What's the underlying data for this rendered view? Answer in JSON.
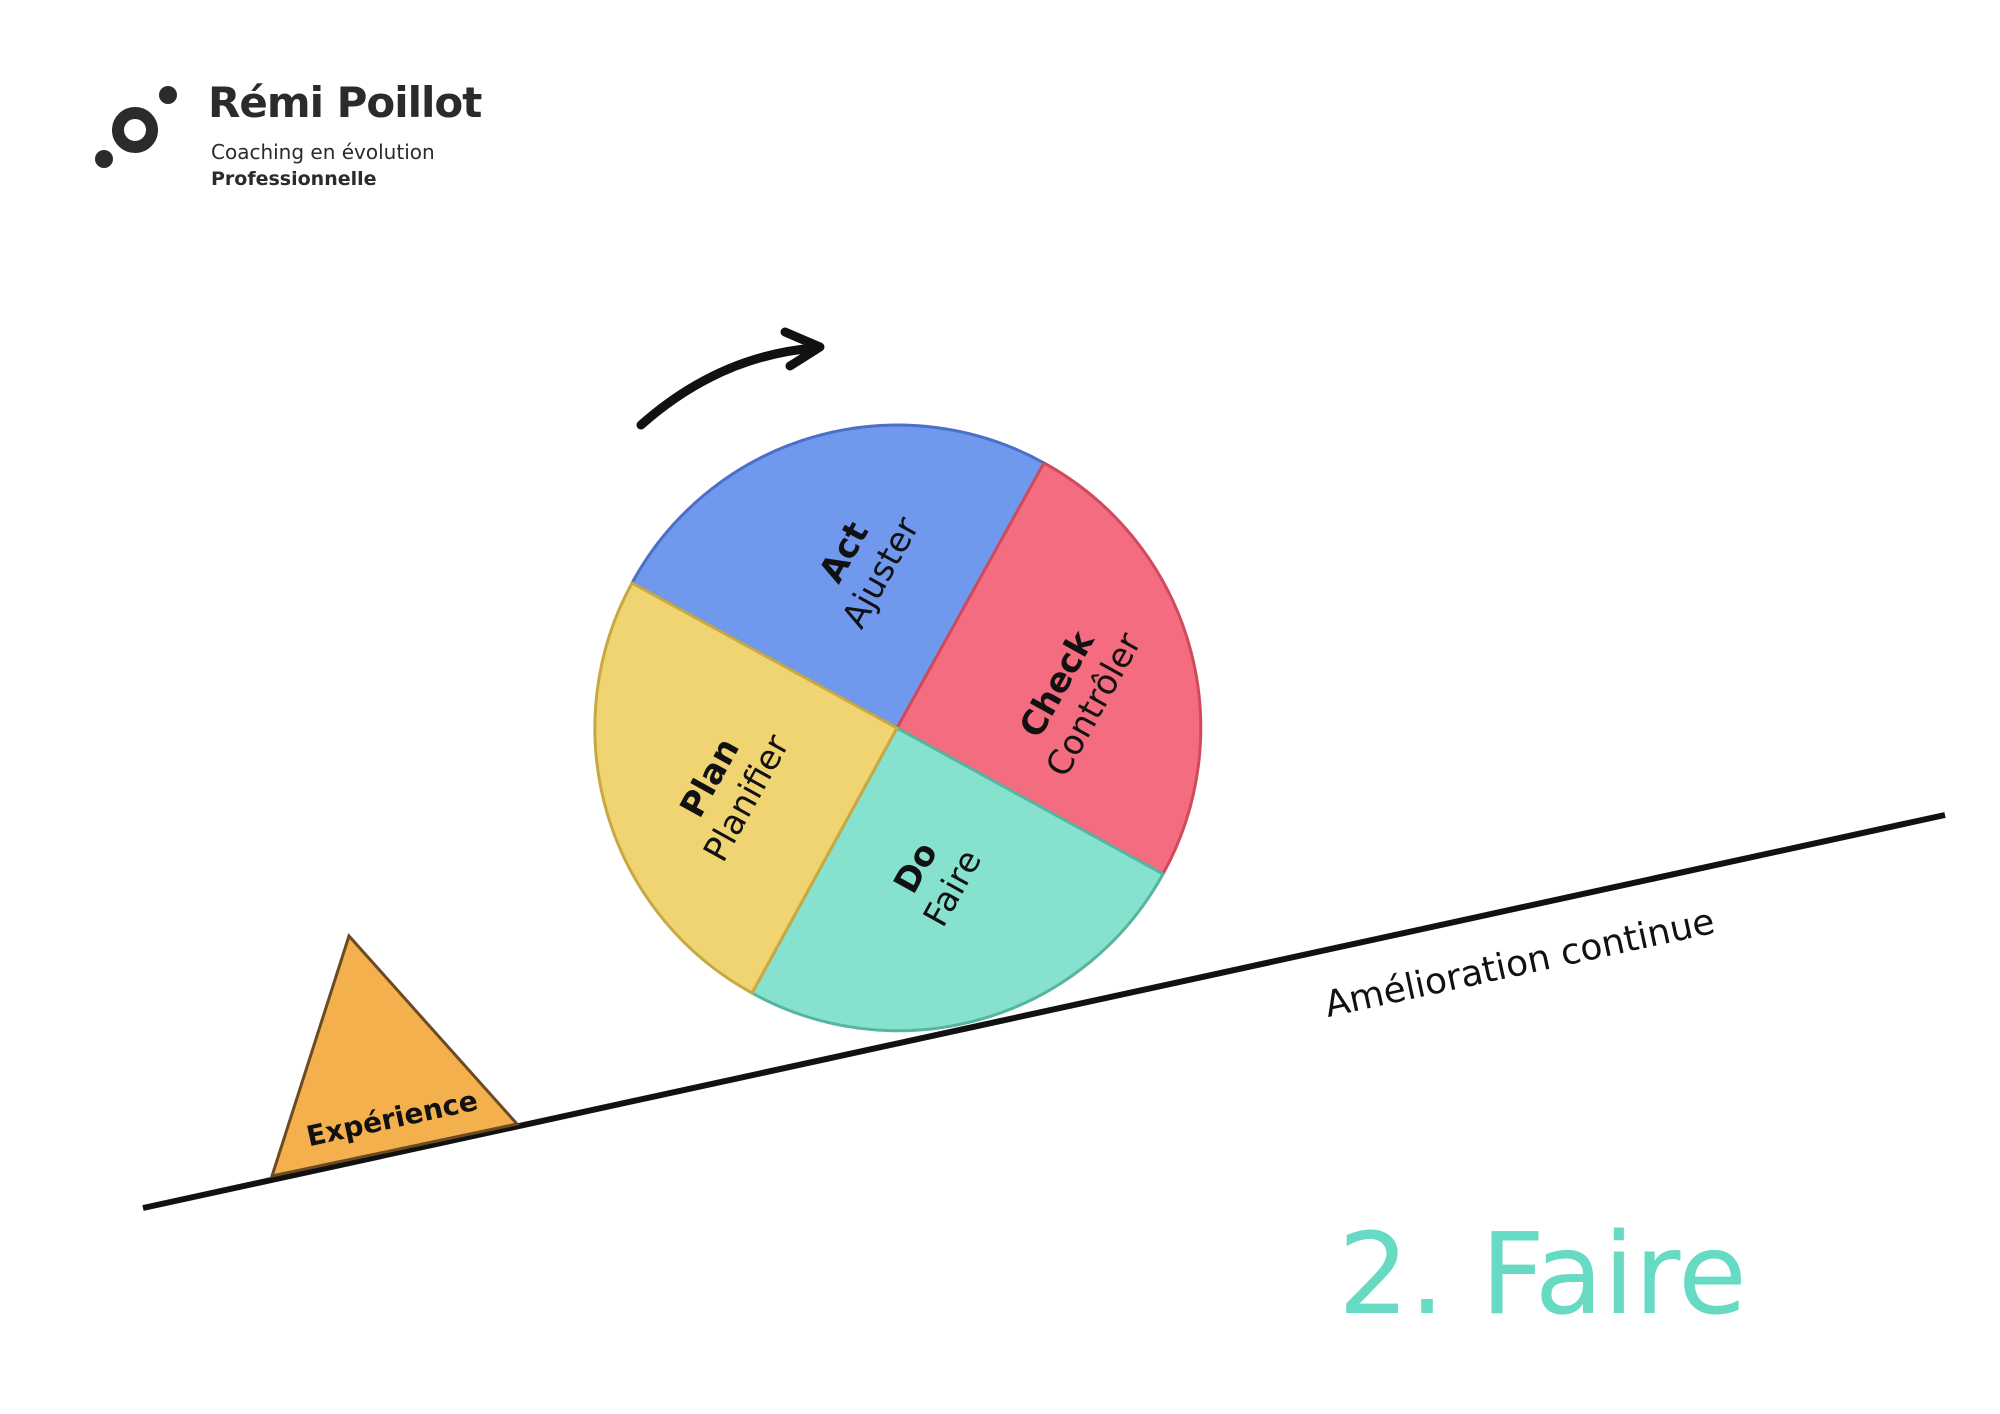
{
  "brand": {
    "name": "Rémi Poillot",
    "tagline_line1": "Coaching en évolution",
    "tagline_line2": "Professionnelle"
  },
  "wheel": {
    "segments": [
      {
        "key": "act",
        "title": "Act",
        "subtitle": "Ajuster",
        "color": "#7098ED",
        "stroke": "#4a70c8"
      },
      {
        "key": "check",
        "title": "Check",
        "subtitle": "Contrôler",
        "color": "#F46C7F",
        "stroke": "#d04a5c"
      },
      {
        "key": "do",
        "title": "Do",
        "subtitle": "Faire",
        "color": "#86E2CF",
        "stroke": "#55b5a0"
      },
      {
        "key": "plan",
        "title": "Plan",
        "subtitle": "Planifier",
        "color": "#F0D472",
        "stroke": "#c8a840"
      }
    ]
  },
  "slope_label": "Amélioration continue",
  "wedge": {
    "label": "Expérience",
    "color": "#F4B04C"
  },
  "step_title": {
    "text": "2. Faire",
    "color": "#66DAC2"
  },
  "icons": {
    "rotation_arrow": "curved-arrow-icon",
    "logo": "logo-dots-icon"
  }
}
